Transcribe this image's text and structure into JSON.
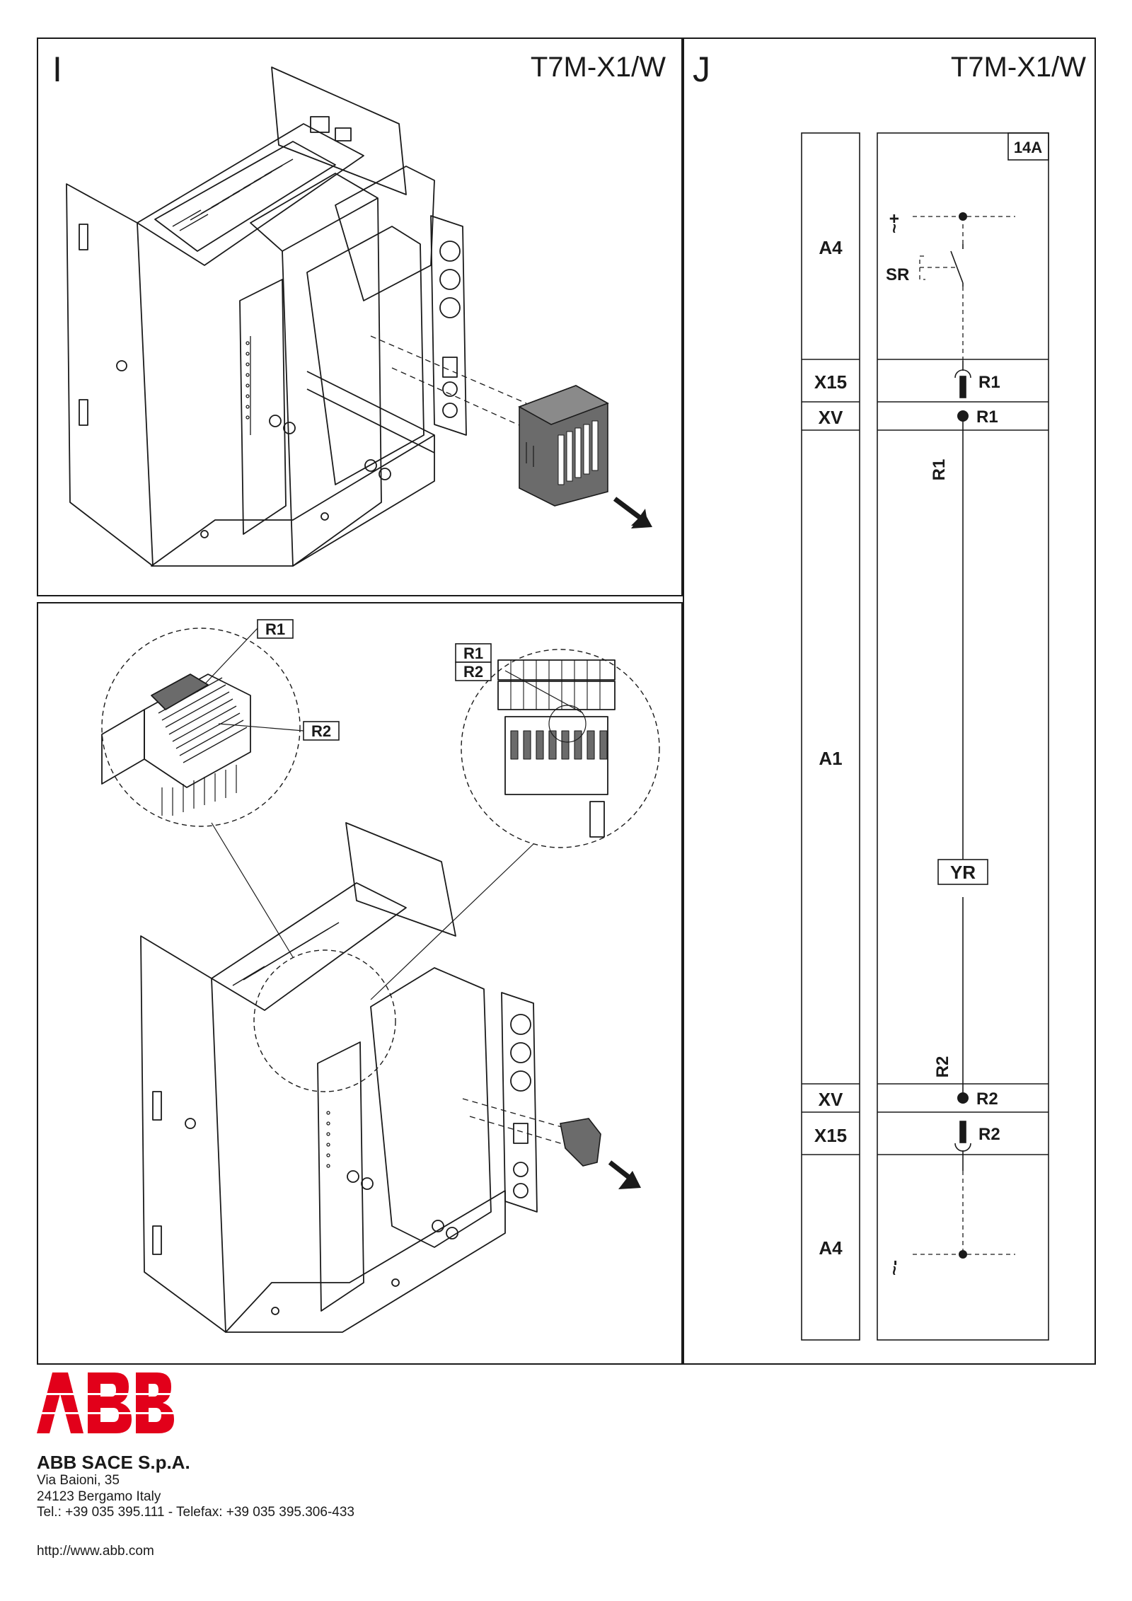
{
  "panel_i": {
    "letter": "I",
    "model": "T7M-X1/W"
  },
  "panel_j": {
    "letter": "J",
    "model": "T7M-X1/W"
  },
  "detail_labels": {
    "left_r1": "R1",
    "left_r2": "R2",
    "right_r1": "R1",
    "right_r2": "R2"
  },
  "schematic": {
    "ref_box": "14A",
    "blocks": [
      {
        "id": "a4-top",
        "label": "A4"
      },
      {
        "id": "x15-top",
        "label": "X15"
      },
      {
        "id": "xv-top",
        "label": "XV"
      },
      {
        "id": "a1",
        "label": "A1"
      },
      {
        "id": "xv-bottom",
        "label": "XV"
      },
      {
        "id": "x15-bottom",
        "label": "X15"
      },
      {
        "id": "a4-bottom",
        "label": "A4"
      }
    ],
    "plus_symbol": "~+",
    "minus_symbol": "~-",
    "contact_label": "SR",
    "x15_top_terminal": "R1",
    "xv_top_terminal": "R1",
    "wire_top_label": "R1",
    "coil_label": "YR",
    "wire_bottom_label": "R2",
    "xv_bottom_terminal": "R2",
    "x15_bottom_terminal": "R2"
  },
  "footer": {
    "logo": "ABB",
    "company": "ABB SACE S.p.A.",
    "address_line1": "Via Baioni, 35",
    "address_line2": "24123 Bergamo Italy",
    "phone": "Tel.: +39 035 395.111 - Telefax: +39 035 395.306-433",
    "url": "http://www.abb.com"
  },
  "colors": {
    "brand_red": "#e2001a",
    "line": "#1a1a1a",
    "connector_fill": "#6b6b6b"
  }
}
